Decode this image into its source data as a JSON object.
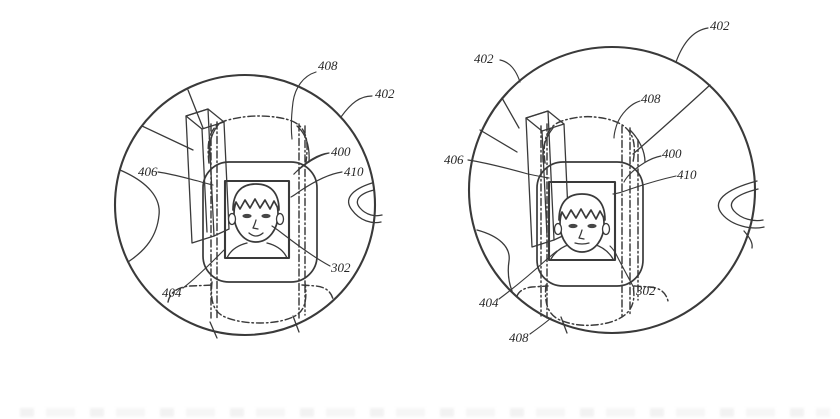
{
  "colors": {
    "ink": "#3a3a3a",
    "background": "#ffffff",
    "label_text": "#262626"
  },
  "figures": [
    {
      "name": "left-magnified-view",
      "labels": [
        {
          "ref": "408"
        },
        {
          "ref": "402"
        },
        {
          "ref": "400"
        },
        {
          "ref": "410"
        },
        {
          "ref": "406"
        },
        {
          "ref": "404"
        },
        {
          "ref": "302"
        }
      ]
    },
    {
      "name": "right-magnified-view",
      "labels": [
        {
          "ref": "402"
        },
        {
          "ref": "402"
        },
        {
          "ref": "408"
        },
        {
          "ref": "406"
        },
        {
          "ref": "400"
        },
        {
          "ref": "410"
        },
        {
          "ref": "404"
        },
        {
          "ref": "302"
        },
        {
          "ref": "408"
        }
      ]
    }
  ]
}
